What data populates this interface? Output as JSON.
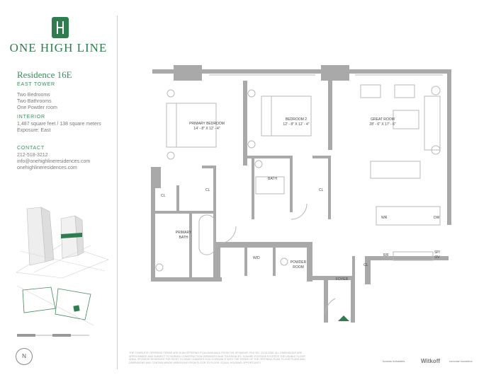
{
  "brand": {
    "name": "ONE HIGH LINE"
  },
  "residence": {
    "title": "Residence 16E",
    "tower": "EAST TOWER",
    "rooms": [
      "Two Bedrooms",
      "Two Bathrooms",
      "One Powder room"
    ]
  },
  "interior": {
    "heading": "INTERIOR",
    "area": "1,487 square feet / 138 square meters",
    "exposure": "Exposure: East"
  },
  "contact": {
    "heading": "CONTACT",
    "phone": "212-518-3212",
    "email": "info@onehighlineresidences.com",
    "website": "onehighlineresidences.com"
  },
  "floorplan": {
    "primary_bedroom": {
      "name": "PRIMARY BEDROOM",
      "dims": "14' - 8\" X 12' - 4\""
    },
    "bedroom2": {
      "name": "BEDROOM 2",
      "dims": "12' - 8\" X 12' - 4\""
    },
    "great_room": {
      "name": "GREAT ROOM",
      "dims": "28' - 6\" X 17' - 6\""
    },
    "labels": {
      "bath": "BATH",
      "cl": "CL",
      "primary_bath_1": "PRIMARY",
      "primary_bath_2": "BATH",
      "wd": "W/D",
      "powder_1": "POWDER",
      "powder_2": "ROOM",
      "foyer": "FOYER",
      "wr": "WR",
      "dw": "DW",
      "rf": "R/F",
      "sp_1": "SP/",
      "sp_2": "OV"
    }
  },
  "compass": {
    "label": "N"
  },
  "legal": "THE COMPLETE OFFERING TERMS ARE IN AN OFFERING PLAN AVAILABLE FROM THE SPONSOR. FILE NO. CD18-0266. ALL DIMENSIONS ARE APPROXIMATE AND SUBJECT TO NORMAL CONSTRUCTION VARIANCES AND TOLERANCES. SQUARE FOOTAGE EXCEEDS THE USABLE FLOOR AREA. SPONSOR RESERVES THE RIGHT TO MAKE CHANGES IN ACCORDANCE WITH THE TERMS OF THE OFFERING PLAN. FLOOR PLANS AND DIMENSIONS MAY CONTAIN MINOR VARIATIONS FROM FLOOR TO FLOOR. EQUAL HOUSING OPPORTUNITY.",
  "partners": [
    "Witkoff",
    "Access Industries",
    "corcoran sunshine"
  ]
}
